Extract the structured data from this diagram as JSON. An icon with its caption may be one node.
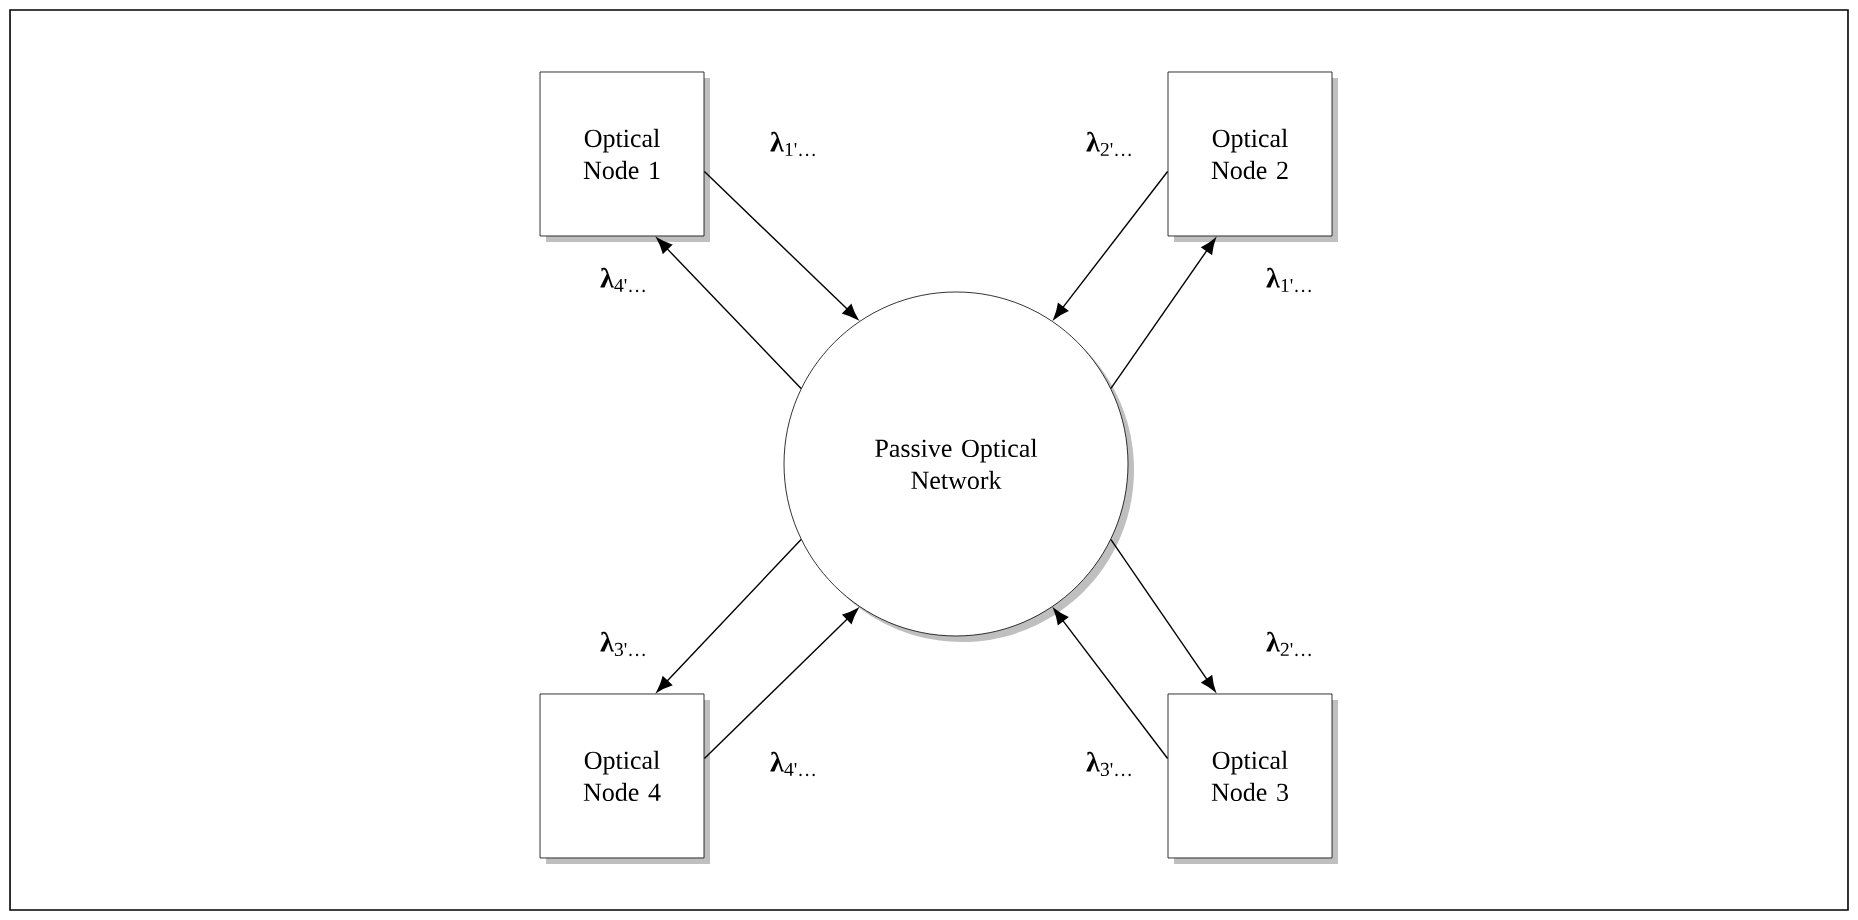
{
  "diagram": {
    "nodes": [
      {
        "text": [
          "Optical Node 1"
        ]
      },
      {
        "text": [
          "Optical Node 2"
        ]
      },
      {
        "text": [
          "Passive Optical Network"
        ]
      },
      {
        "text": [
          "Optical Node 4"
        ]
      },
      {
        "text": [
          "Optical Node 3"
        ]
      }
    ],
    "edges": [
      {
        "from": 0,
        "to": 2,
        "arrow": "to",
        "label": "**λ**$_{1'…}$"
      },
      {
        "from": 2,
        "to": 0,
        "arrow": "to",
        "label": "**λ**$_{4'…}$"
      },
      {
        "from": 1,
        "to": 2,
        "arrow": "to",
        "label": "**λ**$_{2'…}$"
      },
      {
        "from": 2,
        "to": 1,
        "arrow": "to",
        "label": "**λ**$_{1'…}$"
      },
      {
        "from": 2,
        "to": 3,
        "arrow": "to",
        "label": "**λ**$_{3'…}$"
      },
      {
        "from": 3,
        "to": 2,
        "arrow": "to",
        "label": "**λ**$_{4'…}$"
      },
      {
        "from": 4,
        "to": 2,
        "arrow": "to",
        "label": "**λ**$_{3'…}$"
      },
      {
        "from": 2,
        "to": 4,
        "arrow": "to",
        "label": "**λ**$_{2'…}$"
      }
    ]
  }
}
